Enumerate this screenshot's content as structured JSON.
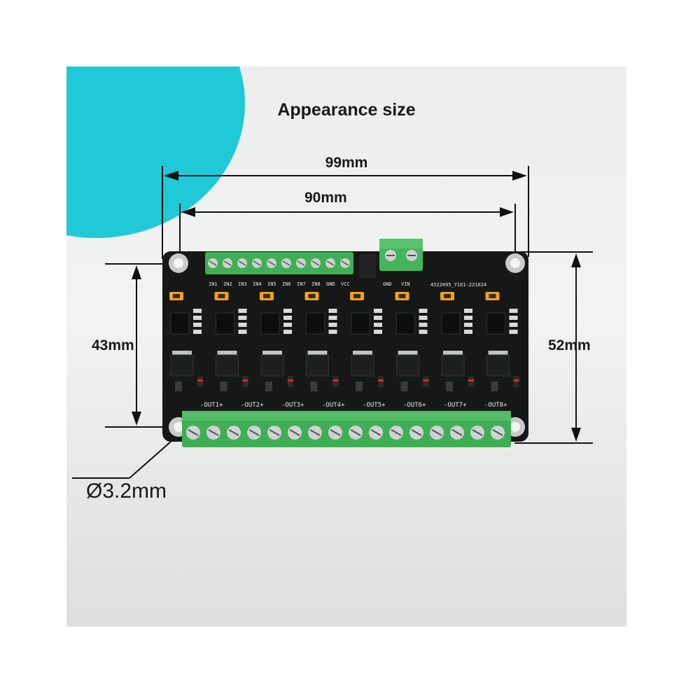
{
  "title": "Appearance size",
  "dimensions": {
    "length_outer": "99mm",
    "length_holes": "90mm",
    "width_holes": "43mm",
    "width_outer": "52mm",
    "hole_diameter": "Ø3.2mm"
  },
  "board": {
    "input_labels": [
      "IN1",
      "IN2",
      "IN3",
      "IN4",
      "IN5",
      "IN6",
      "IN7",
      "IN8",
      "GND",
      "VCC"
    ],
    "power_labels": [
      "GND",
      "VIN"
    ],
    "part_number": "4522095_Y161-221024",
    "output_labels": [
      "-OUT1+",
      "-OUT2+",
      "-OUT3+",
      "-OUT4+",
      "-OUT5+",
      "-OUT6+",
      "-OUT7+",
      "-OUT8+"
    ]
  },
  "colors": {
    "accent_circle": "#1fc9d8",
    "pcb": "#161818",
    "terminal_green": "#3fae55",
    "jumper_orange": "#f0a21e"
  }
}
